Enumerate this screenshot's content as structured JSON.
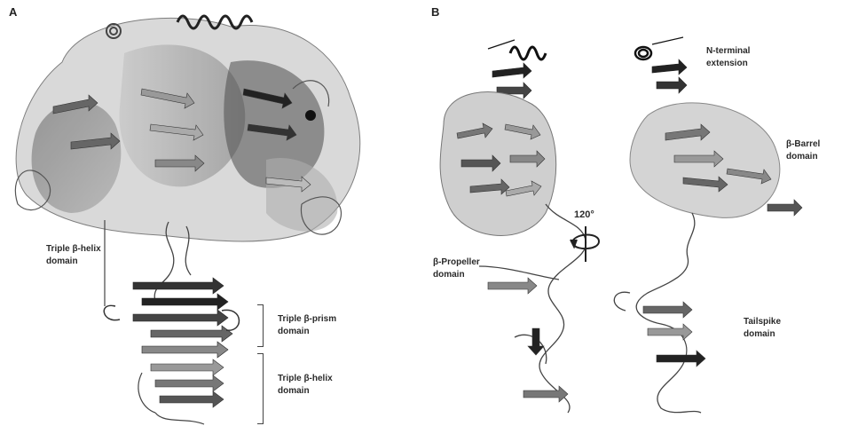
{
  "panel_a": {
    "letter": "A",
    "labels": {
      "triple_helix_top_1": "Triple β-helix",
      "triple_helix_top_2": "domain",
      "triple_prism_1": "Triple β-prism",
      "triple_prism_2": "domain",
      "triple_helix_bottom_1": "Triple β-helix",
      "triple_helix_bottom_2": "domain"
    }
  },
  "panel_b": {
    "letter": "B",
    "labels": {
      "n_terminal_1": "N-terminal",
      "n_terminal_2": "extension",
      "barrel_1": "β-Barrel",
      "barrel_2": "domain",
      "rotation": "120°",
      "propeller_1": "β-Propeller",
      "propeller_2": "domain",
      "tailspike_1": "Tailspike",
      "tailspike_2": "domain"
    }
  }
}
